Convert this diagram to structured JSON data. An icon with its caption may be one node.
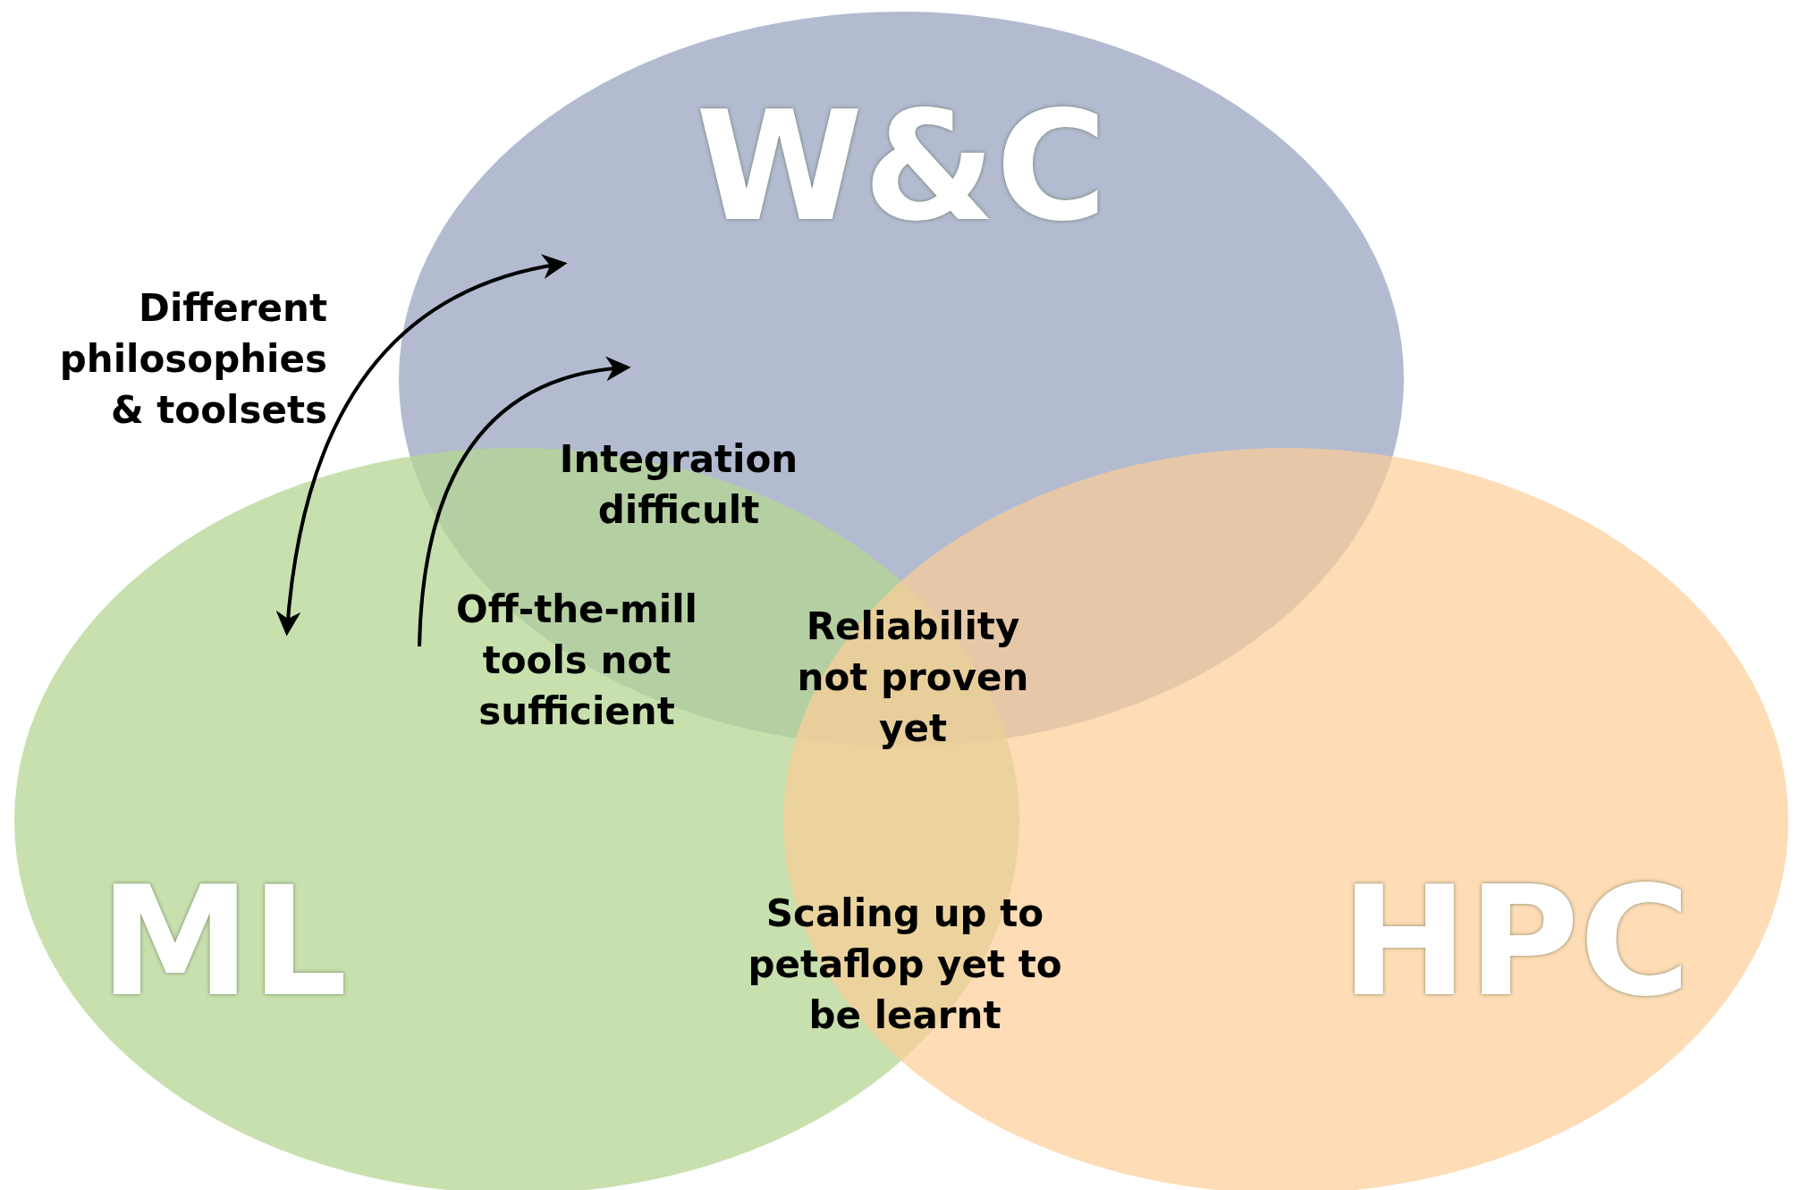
{
  "diagram": {
    "nodes": [
      {
        "text": [
          "W&C"
        ]
      },
      {
        "text": [
          "ML"
        ]
      },
      {
        "text": [
          "HPC"
        ]
      }
    ],
    "edges": [
      {
        "from": 0,
        "to": 1,
        "arrow": "both"
      },
      {
        "from": 1,
        "to": 0,
        "arrow": "to"
      }
    ],
    "labels": [
      "Different philosophies & toolsets",
      "Integration difficult",
      "Off-the-mill tools not sufficient",
      "Reliability not proven yet",
      "Scaling up to petaflop yet to be learnt"
    ]
  }
}
